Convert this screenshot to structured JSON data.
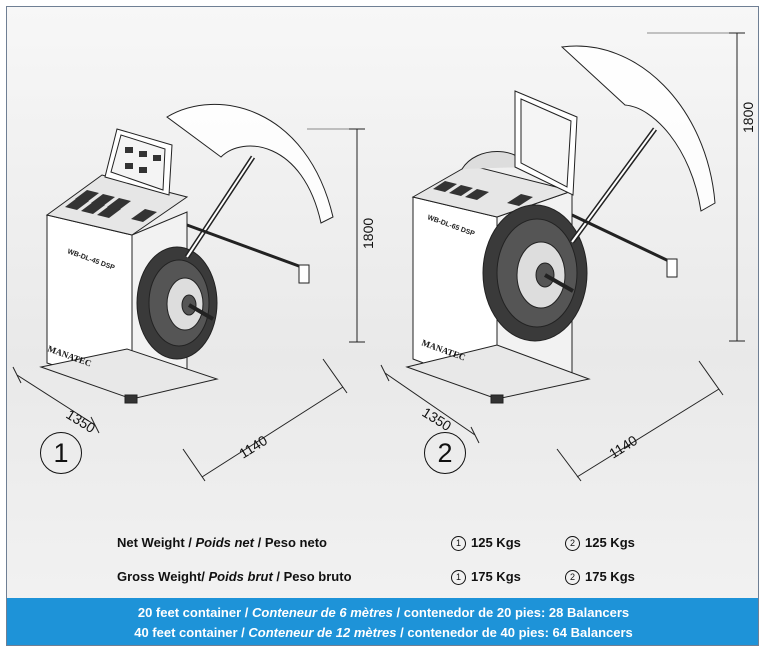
{
  "machines": [
    {
      "number": "1",
      "model_label": "WB-DL-45 DSP",
      "brand": "MANATEC",
      "height": "1800",
      "depth": "1350",
      "width": "1140"
    },
    {
      "number": "2",
      "model_label": "WB-DL-65 DSP",
      "brand": "MANATEC",
      "height": "1800",
      "depth": "1350",
      "width": "1140"
    }
  ],
  "weights": {
    "net": {
      "en": "Net Weight / ",
      "fr": "Poids net",
      "es": "  / Peso neto",
      "m1": "125 Kgs",
      "m2": "125 Kgs"
    },
    "gross": {
      "en": "Gross Weight/ ",
      "fr": "Poids brut",
      "es": " / Peso bruto",
      "m1": "175 Kgs",
      "m2": "175 Kgs"
    }
  },
  "containers": [
    {
      "en": "20 feet container / ",
      "fr": "Conteneur de 6 mètres",
      "es": " / contenedor de 20 pies:  28 Balancers"
    },
    {
      "en": "40 feet container / ",
      "fr": "Conteneur de 12 mètres",
      "es": " / contenedor de 40 pies:  64 Balancers"
    }
  ],
  "colors": {
    "banner": "#1e93d8",
    "frame_border": "#6f7f94"
  }
}
